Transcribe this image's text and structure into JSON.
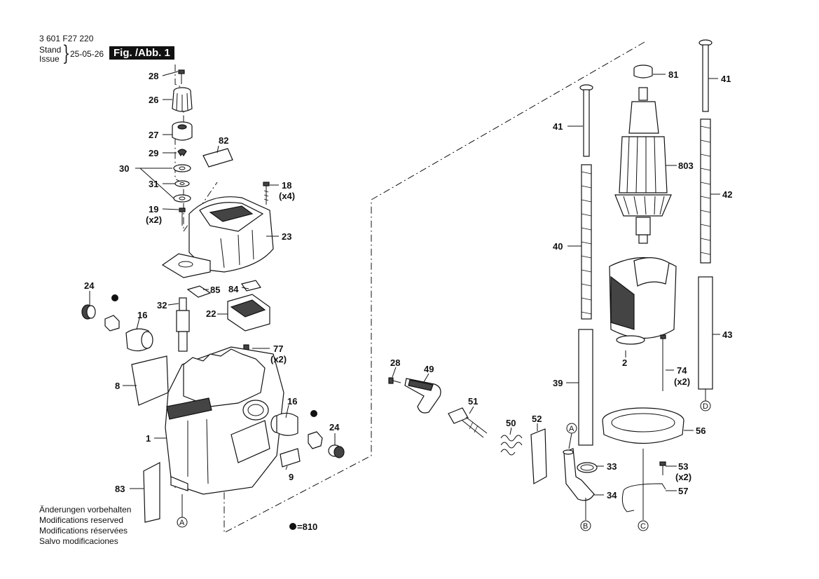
{
  "header": {
    "part_number": "3 601 F27 220",
    "stand_label": "Stand",
    "issue_label": "Issue",
    "date": "25-05-26",
    "figure": "Fig. /Abb. 1"
  },
  "notes": [
    "Änderungen vorbehalten",
    "Modifications reserved",
    "Modifications réservées",
    "Salvo modificaciones"
  ],
  "legend": {
    "kit_text": "=810"
  },
  "callouts": {
    "c28a": "28",
    "c26": "26",
    "c27": "27",
    "c29": "29",
    "c82": "82",
    "c30": "30",
    "c31": "31",
    "c18": "18",
    "c18q": "(x4)",
    "c19": "19",
    "c19q": "(x2)",
    "c23": "23",
    "c24a": "24",
    "c85": "85",
    "c84": "84",
    "c32": "32",
    "c16a": "16",
    "c22": "22",
    "c77": "77",
    "c77q": "(x2)",
    "c8": "8",
    "c16b": "16",
    "c24b": "24",
    "c1": "1",
    "c9": "9",
    "c83": "83",
    "c28b": "28",
    "c49": "49",
    "c51": "51",
    "c50": "50",
    "c52": "52",
    "c81": "81",
    "c41a": "41",
    "c41b": "41",
    "c803": "803",
    "c42": "42",
    "c40": "40",
    "c43": "43",
    "c2": "2",
    "c74": "74",
    "c74q": "(x2)",
    "c39": "39",
    "c56": "56",
    "c33": "33",
    "c53": "53",
    "c53q": "(x2)",
    "c34": "34",
    "c57": "57"
  },
  "markers": {
    "A": "A",
    "B": "B",
    "C": "C",
    "D": "D"
  }
}
